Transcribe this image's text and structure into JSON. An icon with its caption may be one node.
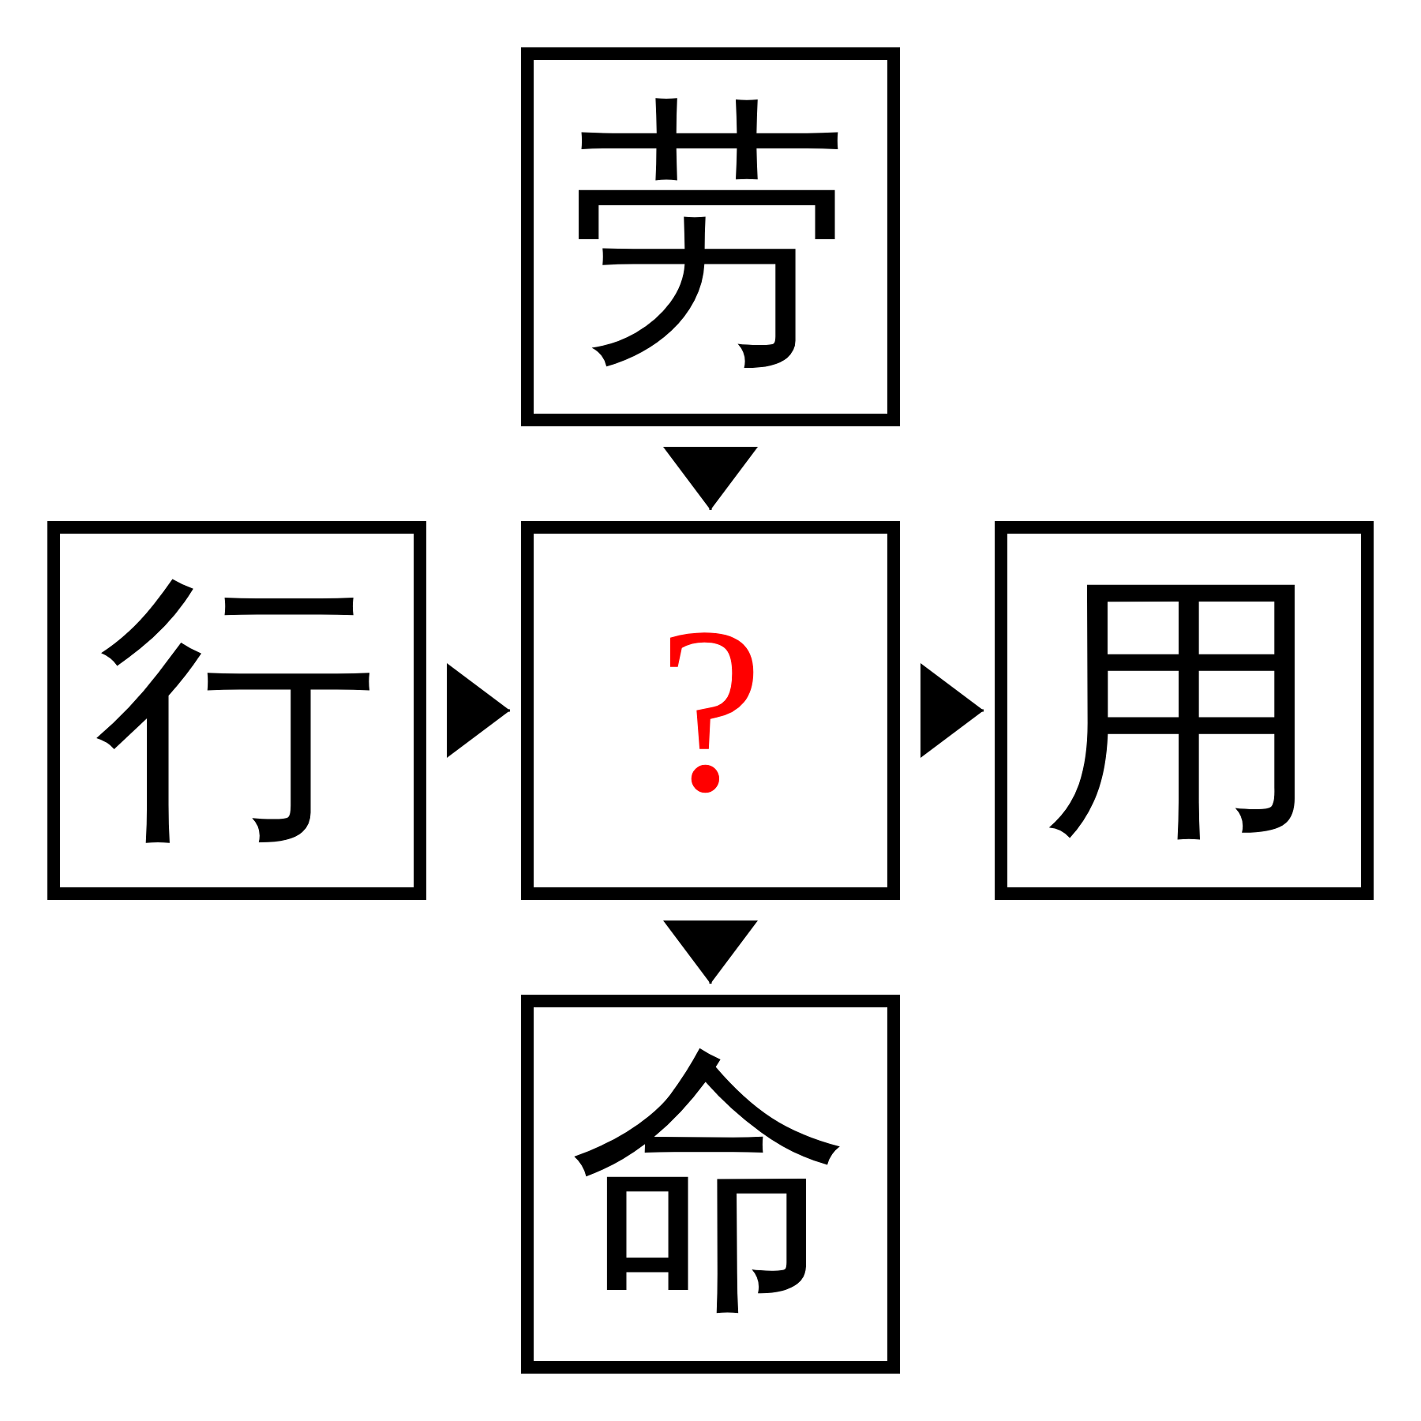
{
  "diagram": {
    "nodes": [
      {
        "text": [
          "劳"
        ]
      },
      {
        "text": [
          "行"
        ]
      },
      {
        "text": [
          "?"
        ]
      },
      {
        "text": [
          "用"
        ]
      },
      {
        "text": [
          "命"
        ]
      }
    ],
    "edges": [
      {
        "from": 0,
        "to": 2,
        "arrow": "to"
      },
      {
        "from": 1,
        "to": 2,
        "arrow": "to"
      },
      {
        "from": 2,
        "to": 3,
        "arrow": "to"
      },
      {
        "from": 2,
        "to": 4,
        "arrow": "to"
      }
    ]
  }
}
